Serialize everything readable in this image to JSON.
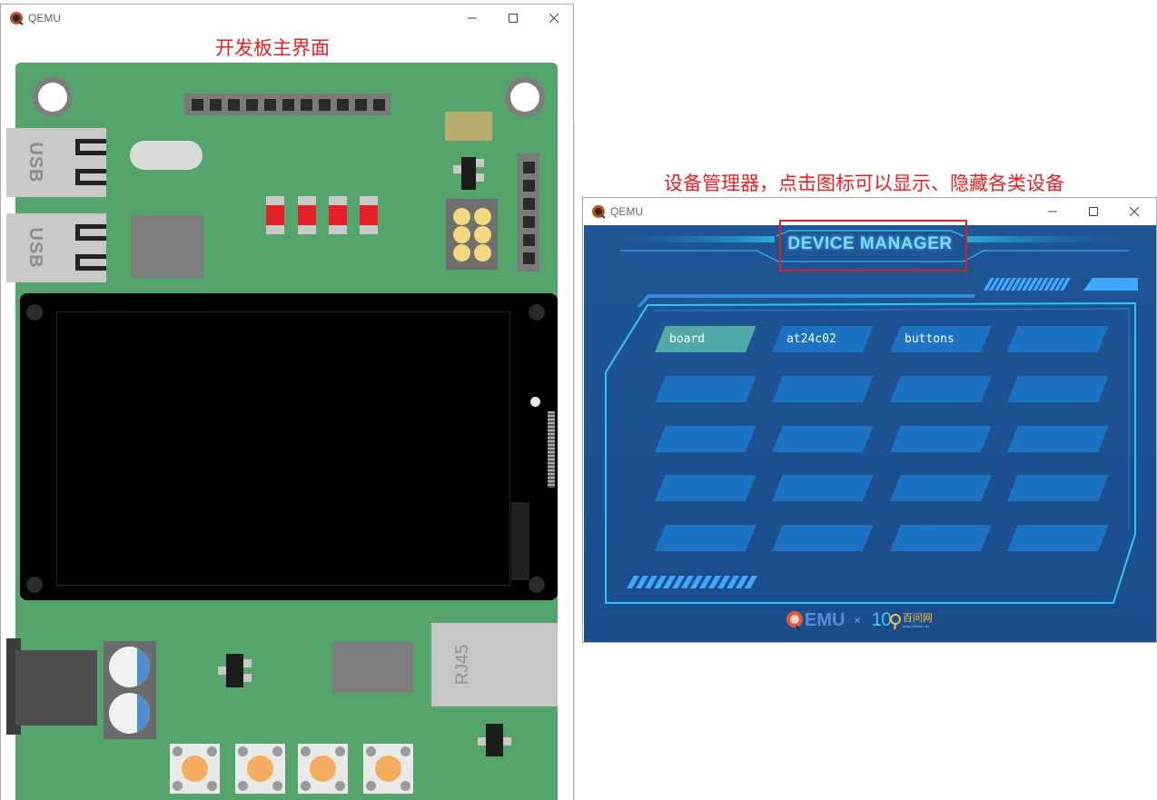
{
  "left_window": {
    "title": "QEMU",
    "annotation": "开发板主界面",
    "board": {
      "usb_label": "USB",
      "rj45_label": "RJ45"
    }
  },
  "right_window": {
    "title": "QEMU",
    "annotation": "设备管理器，点击图标可以显示、隐藏各类设备",
    "header_title": "DEVICE MANAGER",
    "device_tiles": [
      {
        "label": "board",
        "active": true
      },
      {
        "label": "at24c02",
        "active": false
      },
      {
        "label": "buttons",
        "active": false
      },
      {
        "label": "",
        "active": false
      },
      {
        "label": "",
        "active": false
      },
      {
        "label": "",
        "active": false
      },
      {
        "label": "",
        "active": false
      },
      {
        "label": "",
        "active": false
      },
      {
        "label": "",
        "active": false
      },
      {
        "label": "",
        "active": false
      },
      {
        "label": "",
        "active": false
      },
      {
        "label": "",
        "active": false
      },
      {
        "label": "",
        "active": false
      },
      {
        "label": "",
        "active": false
      },
      {
        "label": "",
        "active": false
      },
      {
        "label": "",
        "active": false
      },
      {
        "label": "",
        "active": false
      },
      {
        "label": "",
        "active": false
      },
      {
        "label": "",
        "active": false
      },
      {
        "label": "",
        "active": false
      }
    ],
    "footer": {
      "qemu_text": "EMU",
      "times": "×",
      "brand_number": "10",
      "brand_name": "百问网",
      "brand_url": "www.100ask.net"
    }
  },
  "icons": {
    "app": "qemu-icon",
    "minimize": "minimize-icon",
    "maximize": "maximize-icon",
    "close": "close-icon"
  },
  "colors": {
    "annotation_red": "#e82020",
    "board_green": "#55a46c",
    "dm_blue": "#1f5595",
    "tile_blue": "#1c73c3",
    "tile_active": "#52aaa8",
    "title_cyan": "#7fdcff"
  }
}
